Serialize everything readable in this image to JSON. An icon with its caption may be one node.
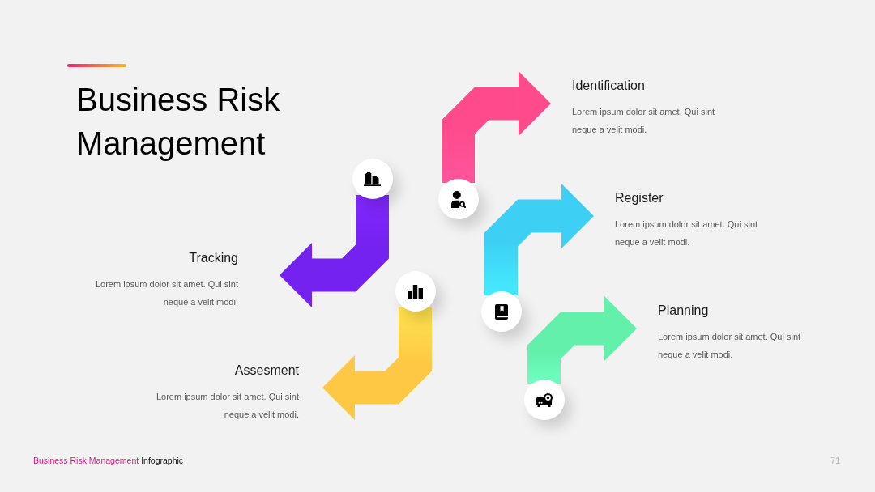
{
  "diagram": {
    "title": "Business Risk Management",
    "nodes": [
      {
        "text": [],
        "shape": "circle"
      },
      {
        "text": [
          "Identification",
          "Lorem ipsum dolor sit amet. Qui sint neque a velit modi."
        ]
      },
      {
        "text": [],
        "shape": "circle"
      },
      {
        "text": [
          "Register",
          "Lorem ipsum dolor sit amet. Qui sint neque a velit modi."
        ]
      },
      {
        "text": [],
        "shape": "circle"
      },
      {
        "text": [
          "Planning",
          "Lorem ipsum dolor sit amet. Qui sint neque a velit modi."
        ]
      },
      {
        "text": [],
        "shape": "circle"
      },
      {
        "text": [
          "Tracking",
          "Lorem ipsum dolor sit amet. Qui sint neque a velit modi."
        ]
      },
      {
        "text": [],
        "shape": "circle"
      },
      {
        "text": [
          "Assesment",
          "Lorem ipsum dolor sit amet. Qui sint neque a velit modi."
        ]
      }
    ],
    "edges": [
      {
        "from": 0,
        "to": 1,
        "arrow": "to",
        "style": "thick",
        "color": "#ff4b8b"
      },
      {
        "from": 2,
        "to": 3,
        "arrow": "to",
        "style": "thick",
        "color": "#3dcff4"
      },
      {
        "from": 4,
        "to": 5,
        "arrow": "to",
        "style": "thick",
        "color": "#62f0ab"
      },
      {
        "from": 6,
        "to": 7,
        "arrow": "to",
        "style": "thick",
        "color": "#7322ef"
      },
      {
        "from": 8,
        "to": 9,
        "arrow": "to",
        "style": "thick",
        "color": "#fec844"
      }
    ],
    "labels": [
      "Business Risk Management",
      "Infographic",
      "71"
    ]
  }
}
